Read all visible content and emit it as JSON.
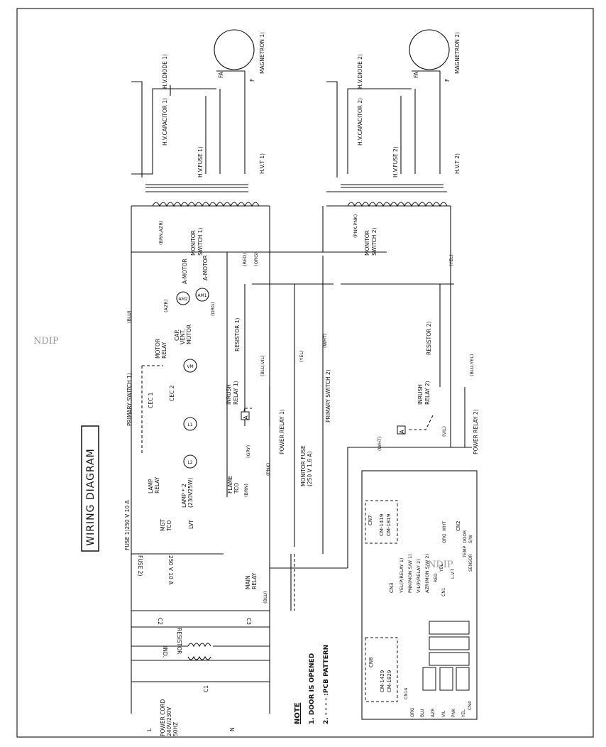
{
  "title": "WIRING DIAGRAM",
  "watermark": "NDIP",
  "note": {
    "heading": "NOTE",
    "items": [
      "1. DOOR IS OPENED",
      "2. - - - - :PCB PATTERN"
    ]
  },
  "power": {
    "cord": "POWER CORD",
    "voltage": "240V/230V",
    "freq": "50HZ",
    "L": "L",
    "N": "N",
    "c1": "C1",
    "ind": "IND.",
    "resistor": "RESISTOR",
    "c2": "C2",
    "c3": "C3",
    "main_relay": [
      "MAIN",
      "RELAY"
    ]
  },
  "fuses": {
    "fuse1": "FUSE 1)250 V 10 A",
    "fuse2": "250 V 10 A",
    "fuse2_label": "FUSE 2)",
    "monitor_fuse": "MONITOR FUSE",
    "monitor_fuse_rating": "(250 V 1.6 A)"
  },
  "components": {
    "magnetron1": "MAGNETRON 1)",
    "magnetron2": "MAGNETRON 2)",
    "hv_diode1": "H.V.DIODE 1)",
    "hv_diode2": "H.V.DIODE 2)",
    "hv_cap1": "H.V.CAPACITOR 1)",
    "hv_cap2": "H.V.CAPACITOR 2)",
    "hv_fuse1": "H.V.FUSE 1)",
    "hv_fuse2": "H.V.FUSE 2)",
    "hvt1": "H.V.T 1)",
    "hvt2": "H.V.T 2)",
    "monitor_sw1": [
      "MONITOR",
      "SWITCH 1)"
    ],
    "monitor_sw2": [
      "MONITOR",
      "SWITCH 2)"
    ],
    "primary_sw1": "PRIMARY SWITCH 1)",
    "primary_sw2": "PRIMARY SWITCH 2)",
    "resistor1": "RESISTOR 1)",
    "resistor2": "RESISTOR 2)",
    "inrush1": [
      "INRUSH",
      "RELAY 1)"
    ],
    "inrush2": [
      "INRUSH",
      "RELAY 2)"
    ],
    "power_relay1": "POWER RELAY 1)",
    "power_relay2": "POWER RELAY 2)",
    "motor_relay": [
      "MOTOR",
      "RELAY"
    ],
    "lamp_relay": [
      "LAMP",
      "RELAY"
    ],
    "cap": "CAP.",
    "vent_motor": [
      "VENT.",
      "MOTOR"
    ],
    "am2": "AM2",
    "am1": "AM1",
    "amotor": "A-MOTOR",
    "vm": "VM",
    "cec1": "CEC 1",
    "cec2": "CEC 2",
    "l1": "L1",
    "l2": "L2",
    "lamp": [
      "LAMP * 2",
      "(230V25W)"
    ],
    "lvt": "LVT",
    "mgt_tco": [
      "MGT",
      "TCO"
    ],
    "flame_tco": [
      "FLAME",
      "TCO"
    ],
    "fa": "FA",
    "f": "F",
    "marker": "A"
  },
  "wires": {
    "blu": "(BLU)",
    "brn": "(BRN)",
    "brn_azr": "(BRN,AZR)",
    "org": "(ORG)",
    "red": "(RED)",
    "yel": "(YEL)",
    "wht": "(WHT)",
    "gry": "(GRY)",
    "pnk": "(PNK)",
    "azr": "(AZR)",
    "vil": "(VIL)",
    "blu_vil": "(BLU,VIL)",
    "blu_yel": "(BLU,YEL)",
    "pnk_pnk": "(PNK,PNK)"
  },
  "pcb": {
    "cn7": "CN7",
    "cm1419": "CM-1419",
    "cm1819": "CM-1819",
    "cn8": "CN8",
    "cm1429": "CM-1429",
    "cm1829": "CM-1829",
    "cn3": "CN3",
    "cn3_pins": [
      "YEL(P/RELAY 1)",
      "PNK(MON S/W 1)",
      "VIL(P/RELAY 2)",
      "AZR(MON S/W 2)"
    ],
    "cn2": "CN2",
    "cn2_pins": [
      "WHT",
      "ORG"
    ],
    "temp_sensor": [
      "TEMP",
      "SENSOR"
    ],
    "door_sw": [
      "DOOR",
      "S/W"
    ],
    "cn1": "CN1",
    "cn1_pins": [
      "RED",
      "YEL"
    ],
    "lvt": "L.V.T",
    "cn14": "CN14",
    "cn14_pins": [
      "ORG",
      "BLU"
    ],
    "cn4": "CN4",
    "cn4_pins": [
      "AZR",
      "VIL",
      "PNK",
      "YEL"
    ]
  }
}
